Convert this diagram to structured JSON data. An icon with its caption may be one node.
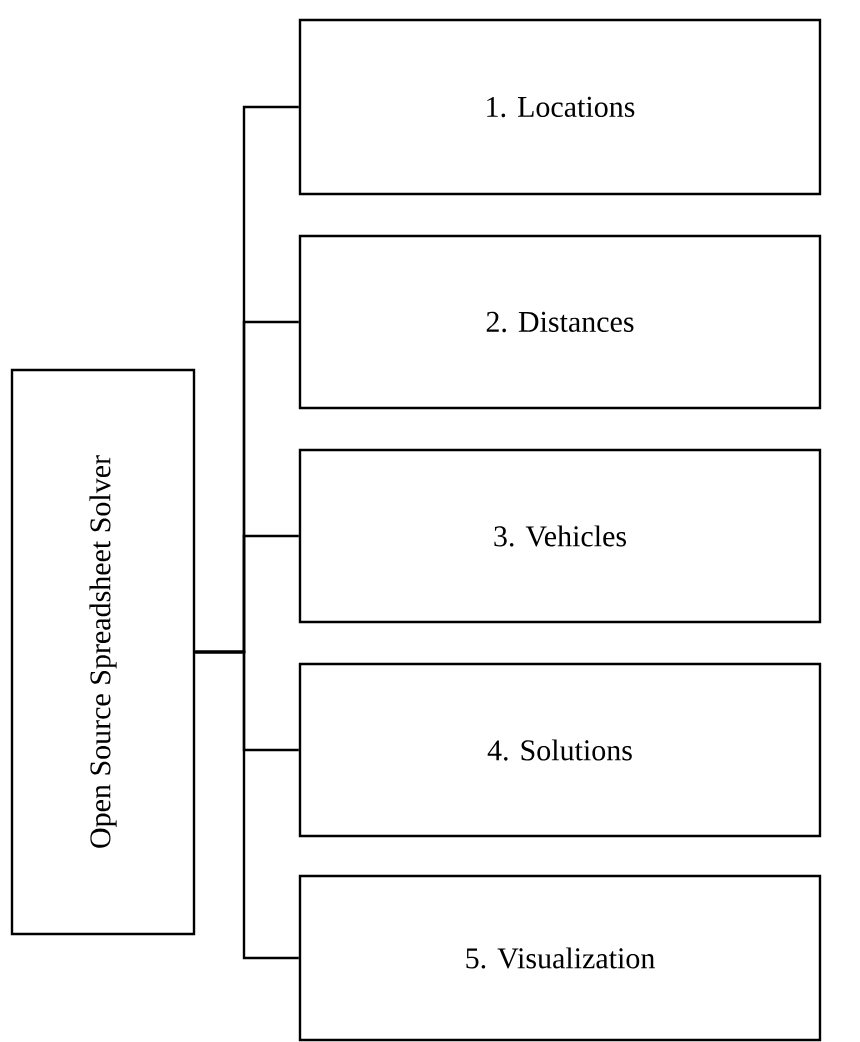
{
  "diagram": {
    "nodes": [
      {
        "text": [
          "Open Source Spreadsheet Solver"
        ]
      },
      {
        "text": [
          "1. Locations"
        ]
      },
      {
        "text": [
          "2. Distances"
        ]
      },
      {
        "text": [
          "3. Vehicles"
        ]
      },
      {
        "text": [
          "4. Solutions"
        ]
      },
      {
        "text": [
          "5. Visualization"
        ]
      }
    ],
    "edges": [
      {
        "from": 0,
        "to": 1,
        "arrow": "none"
      },
      {
        "from": 0,
        "to": 2,
        "arrow": "none"
      },
      {
        "from": 0,
        "to": 3,
        "arrow": "none"
      },
      {
        "from": 0,
        "to": 4,
        "arrow": "none"
      },
      {
        "from": 0,
        "to": 5,
        "arrow": "none"
      }
    ]
  }
}
